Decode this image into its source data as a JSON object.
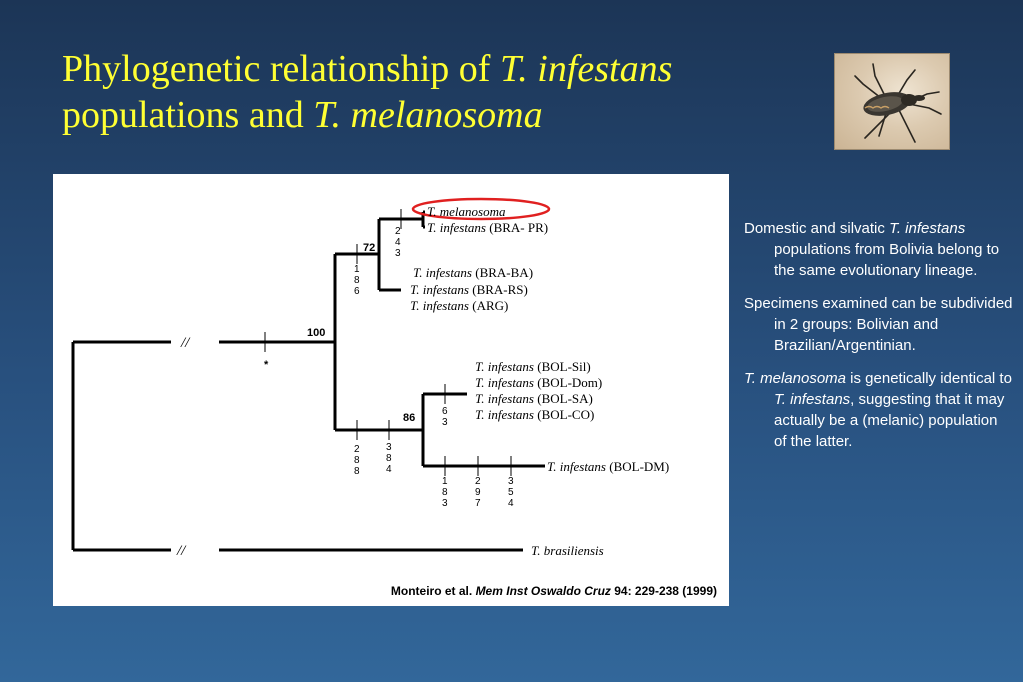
{
  "title": {
    "line1_prefix": "Phylogenetic relationship of ",
    "line1_italic": "T. infestans",
    "line2_prefix": "populations and ",
    "line2_italic": "T. melanosoma"
  },
  "photo": {
    "icon": "triatomine-bug-photo"
  },
  "tree": {
    "taxa": [
      {
        "genus": "T. melanosoma",
        "pop": "",
        "highlighted": true
      },
      {
        "genus": "T. infestans",
        "pop": "(BRA- PR)"
      },
      {
        "genus": "T. infestans",
        "pop": "(BRA-BA)"
      },
      {
        "genus": "T. infestans",
        "pop": "(BRA-RS)"
      },
      {
        "genus": "T. infestans",
        "pop": "(ARG)"
      },
      {
        "genus": "T. infestans",
        "pop": "(BOL-Sil)"
      },
      {
        "genus": "T. infestans",
        "pop": "(BOL-Dom)"
      },
      {
        "genus": "T. infestans",
        "pop": "(BOL-SA)"
      },
      {
        "genus": "T. infestans",
        "pop": "(BOL-CO)"
      },
      {
        "genus": "T. infestans",
        "pop": "(BOL-DM)"
      },
      {
        "genus": "T. brasiliensis",
        "pop": ""
      }
    ],
    "bootstrap": {
      "inner_brazil": "72",
      "infestans_clade": "100",
      "bolivia": "86"
    },
    "mutations": {
      "m243": "243",
      "m186": "186",
      "m63": "63",
      "m288": "288",
      "m384": "384",
      "m183": "183",
      "m297": "297",
      "m354": "354"
    },
    "star": "*",
    "break_mark": "//",
    "highlight_color": "#e02020"
  },
  "citation": {
    "authors": "Monteiro et al. ",
    "journal": "Mem Inst Oswaldo Cruz",
    "ref": " 94: 229-238 (1999)"
  },
  "notes": {
    "p1_a": "Domestic and silvatic ",
    "p1_b": "T. infestans",
    "p1_c": " populations from Bolivia belong to the same evolutionary lineage.",
    "p2": "Specimens examined can be subdivided in 2 groups: Bolivian and Brazilian/Argentinian.",
    "p3_a": "T. melanosoma",
    "p3_b": " is genetically identical to ",
    "p3_c": "T. infestans",
    "p3_d": ", suggesting that it may actually be a (melanic) population of the latter."
  }
}
